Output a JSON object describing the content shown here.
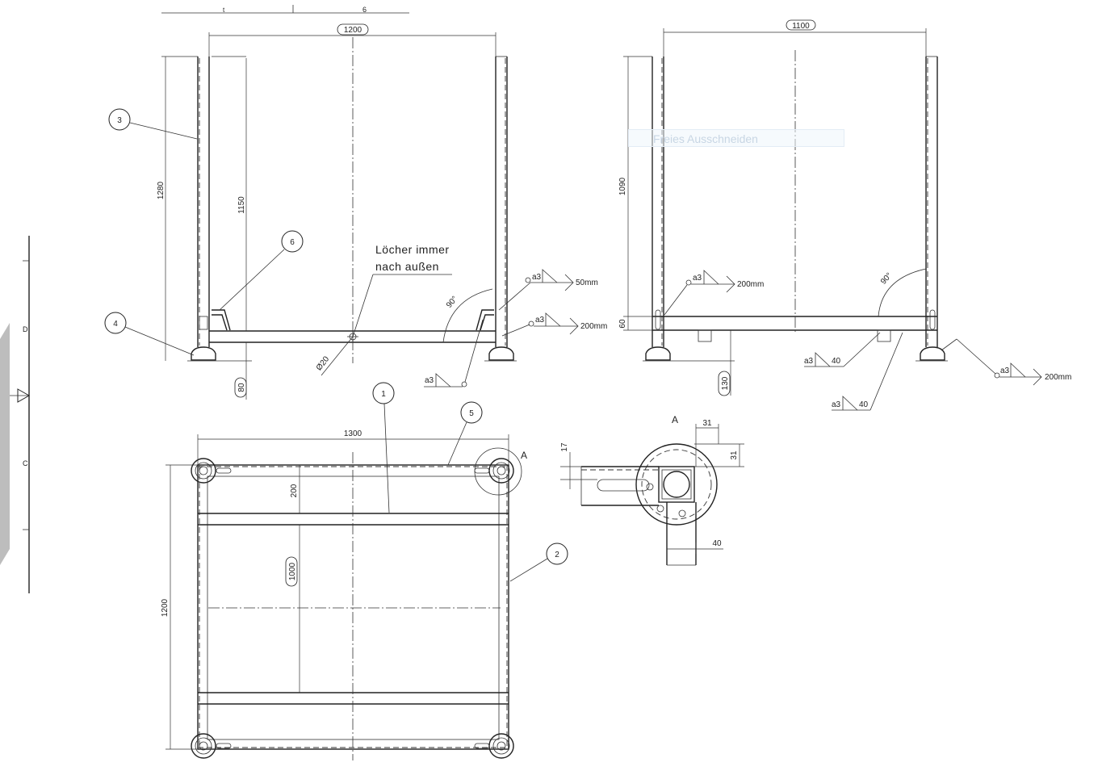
{
  "note": {
    "line1": "Löcher immer",
    "line2": "nach außen"
  },
  "tooltip": {
    "text": "Freies Ausschneiden"
  },
  "ruler": {
    "left_mark": "t",
    "right_mark": "6",
    "letters": [
      "D",
      "C"
    ]
  },
  "bubbles": [
    "1",
    "2",
    "3",
    "4",
    "5",
    "6"
  ],
  "detail_label": "A",
  "dims": {
    "front_width": "1200",
    "front_height": "1280",
    "front_inner": "1150",
    "front_foot": "80",
    "hole_dia": "Ø20",
    "side_width": "1100",
    "side_height": "1090",
    "side_base": "60",
    "side_foot": "130",
    "top_width": "1300",
    "top_depth": "1200",
    "top_200": "200",
    "top_1000": "1000",
    "detail_31a": "31",
    "detail_31b": "31",
    "detail_17": "17",
    "detail_40": "40",
    "angle": "90°"
  },
  "welds": {
    "a3": "a3",
    "len_50": "50mm",
    "len_200": "200mm",
    "len_40": "40"
  },
  "colors": {
    "line": "#222222",
    "paper": "#ffffff"
  }
}
